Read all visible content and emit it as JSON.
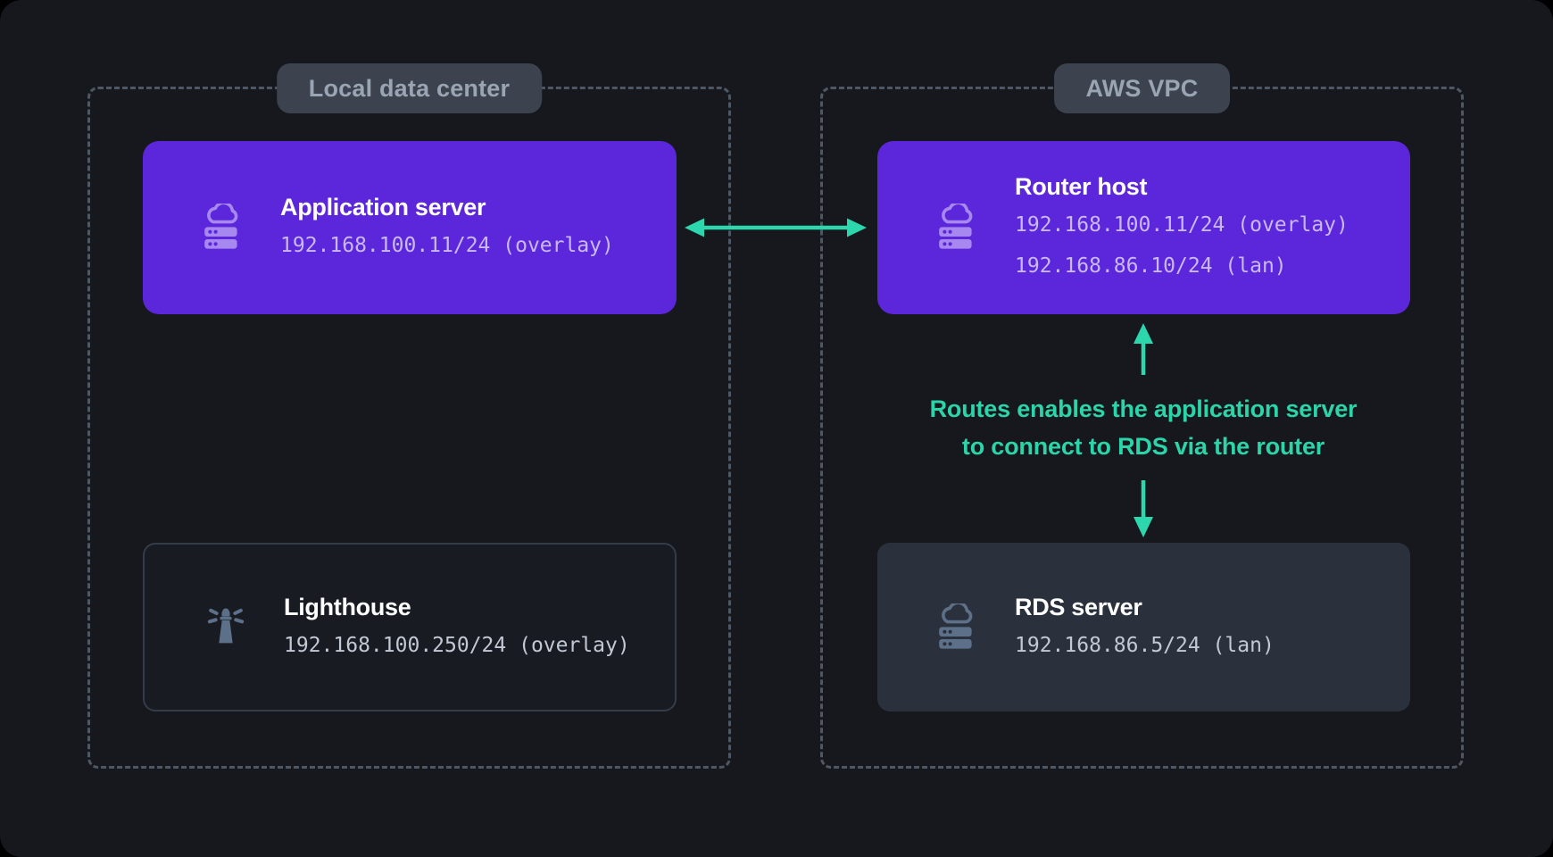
{
  "groups": [
    {
      "label": "Local data center"
    },
    {
      "label": "AWS VPC"
    }
  ],
  "nodes": [
    {
      "id": "application-server",
      "title": "Application server",
      "icon": "cloud-server-icon",
      "ips": [
        "192.168.100.11/24 (overlay)"
      ]
    },
    {
      "id": "router-host",
      "title": "Router host",
      "icon": "cloud-server-icon",
      "ips": [
        "192.168.100.11/24 (overlay)",
        "192.168.86.10/24 (lan)"
      ]
    },
    {
      "id": "lighthouse",
      "title": "Lighthouse",
      "icon": "lighthouse-icon",
      "ips": [
        "192.168.100.250/24 (overlay)"
      ]
    },
    {
      "id": "rds-server",
      "title": "RDS server",
      "icon": "cloud-server-icon",
      "ips": [
        "192.168.86.5/24 (lan)"
      ]
    }
  ],
  "annotation": {
    "line1": "Routes enables the application server",
    "line2": "to connect to RDS via the router"
  },
  "colors": {
    "background": "#16181d",
    "node_accent_purple": "#5c26da",
    "node_slate": "#2a313c",
    "arrow_teal": "#2dd7ae",
    "annotation_teal": "#2bd4a9",
    "dashed_border": "#4e5764",
    "label_pill_bg": "#3c434e",
    "label_pill_text": "#9aa5b3",
    "icon_purple": "#a688ef",
    "icon_slate": "#5d7089",
    "ip_text_on_purple": "#c9b9f6",
    "ip_text_on_dark": "#c2c9d5"
  }
}
